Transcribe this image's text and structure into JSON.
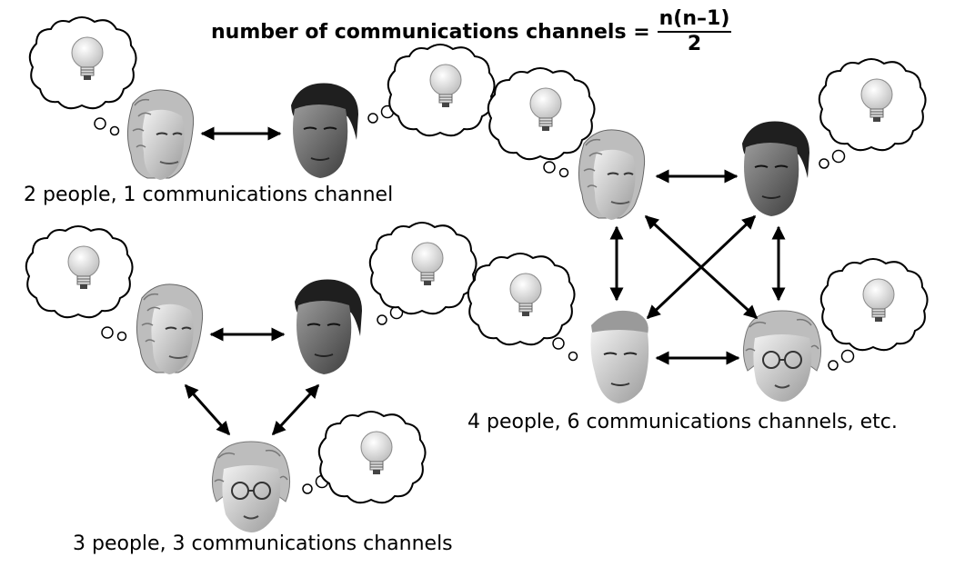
{
  "formula": {
    "label": "number of communications channels =",
    "numerator": "n(n–1)",
    "denominator": "2"
  },
  "captions": {
    "two": "2 people, 1 communications channel",
    "three": "3 people, 3 communications channels",
    "four": "4 people, 6 communications channels, etc."
  }
}
